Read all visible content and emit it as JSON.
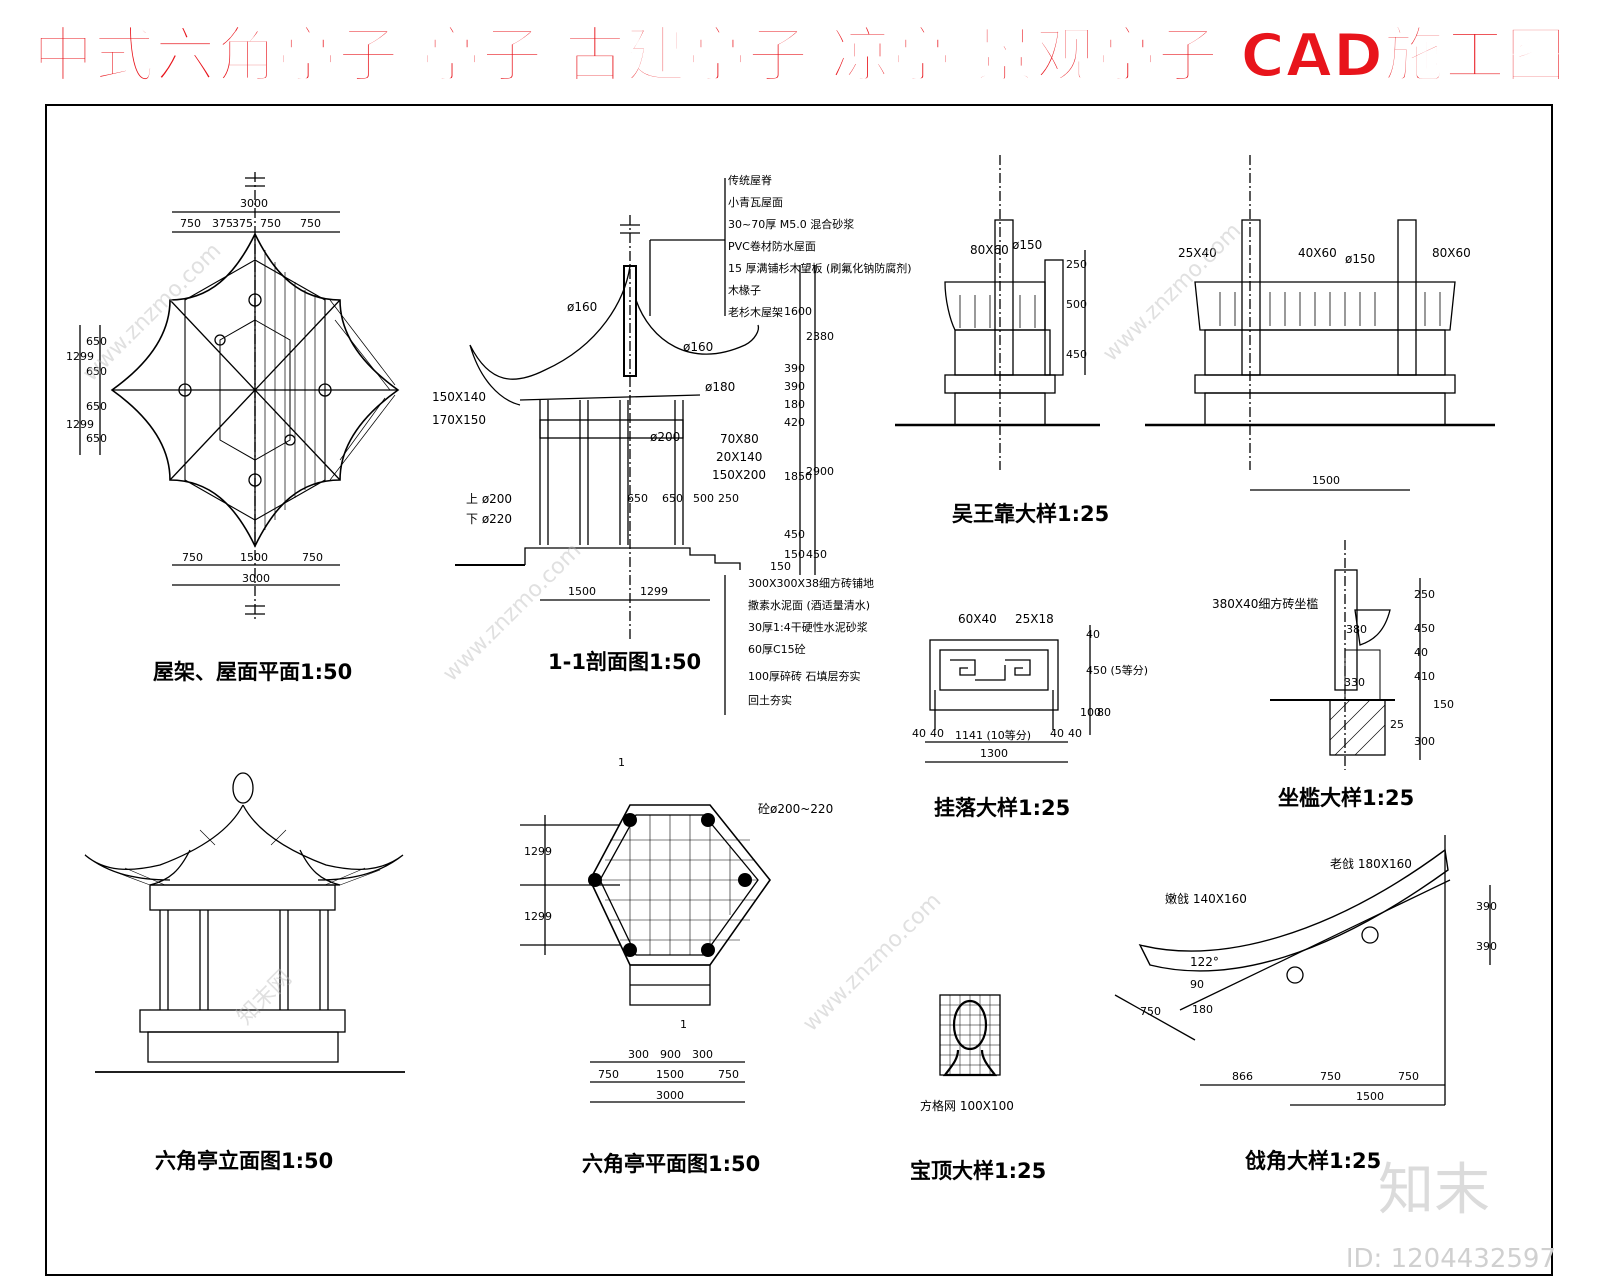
{
  "banner": {
    "title": "中式六角亭子 亭子 古建亭子 凉亭 景观亭子 CAD施工图"
  },
  "drawings": {
    "roof_plan": {
      "caption": "屋架、屋面平面1:50",
      "dims_top": [
        "3000",
        "750",
        "375",
        "375",
        "750",
        "750"
      ],
      "dims_left": [
        "650",
        "1299",
        "650",
        "650",
        "1299",
        "650"
      ],
      "dims_bottom": [
        "750",
        "1500",
        "750",
        "3000"
      ]
    },
    "section": {
      "caption": "1-1剖面图1:50",
      "notes_top": [
        "传统屋脊",
        "小青瓦屋面",
        "30~70厚 M5.0 混合砂浆",
        "PVC卷材防水屋面",
        "15 厚满铺杉木望板 (刷氟化钠防腐剂)",
        "木椽子",
        "老杉木屋架"
      ],
      "labels": [
        "ø160",
        "ø160",
        "ø180",
        "ø200",
        "150X140",
        "170X150",
        "70X80",
        "20X140",
        "150X200",
        "上 ø200",
        "下 ø220",
        "650",
        "650",
        "500",
        "250"
      ],
      "dims_right": [
        "1600",
        "2380",
        "390",
        "390",
        "180",
        "420",
        "2900",
        "1850",
        "450",
        "150",
        "150",
        "450"
      ],
      "dims_bottom": [
        "1500",
        "1299"
      ],
      "notes_bottom": [
        "300X300X38细方砖铺地",
        "撒素水泥面 (酒适量清水)",
        "30厚1:4干硬性水泥砂浆",
        "60厚C15砼",
        "100厚碎砖   石填层夯实",
        "回土夯实"
      ]
    },
    "wuwangkao_side": {
      "caption": "吴王靠大样1:25",
      "labels": [
        "80X60",
        "ø150",
        "250",
        "500",
        "450"
      ]
    },
    "wuwangkao_front": {
      "labels": [
        "25X40",
        "40X60",
        "ø150",
        "80X60",
        "1500"
      ]
    },
    "hanging_fascia": {
      "caption": "挂落大样1:25",
      "labels": [
        "60X40",
        "25X18",
        "40",
        "450 (5等分)",
        "100",
        "80",
        "40",
        "40",
        "1141 (10等分)",
        "40",
        "40",
        "1300"
      ]
    },
    "bench_seat": {
      "caption": "坐槛大样1:25",
      "labels": [
        "380X40细方砖坐槛",
        "380",
        "330",
        "250",
        "450",
        "40",
        "410",
        "150",
        "300",
        "25"
      ]
    },
    "elevation": {
      "caption": "六角亭立面图1:50"
    },
    "floor_plan": {
      "caption": "六角亭平面图1:50",
      "labels": [
        "1",
        "1",
        "砼ø200~220",
        "1299",
        "1299",
        "300",
        "900",
        "300",
        "750",
        "1500",
        "750",
        "3000"
      ]
    },
    "finial": {
      "caption": "宝顶大样1:25",
      "labels": [
        "方格网 100X100"
      ]
    },
    "eave_corner": {
      "caption": "戗角大样1:25",
      "labels": [
        "老戗 180X160",
        "嫩戗 140X160",
        "122°",
        "90",
        "180",
        "750",
        "390",
        "390",
        "866",
        "750",
        "750",
        "1500"
      ]
    }
  },
  "watermarks": {
    "site": "www.znzmo.com",
    "cn": "知末网"
  },
  "brand": {
    "logo": "知末",
    "id": "ID: 1204432597"
  },
  "colors": {
    "banner": "#e8141b",
    "line": "#000000"
  }
}
